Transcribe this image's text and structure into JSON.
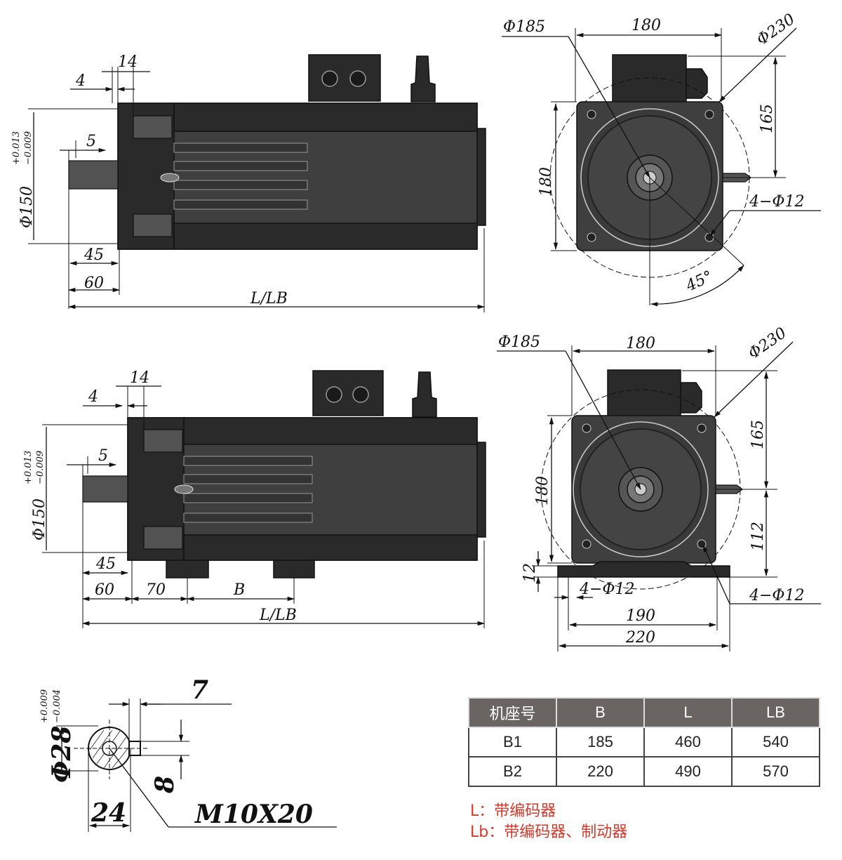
{
  "view1": {
    "dims": {
      "d14": "14",
      "d4": "4",
      "d5": "5",
      "dia150": "Φ150",
      "tol150_upper": "+0.013",
      "tol150_lower": "−0.009",
      "d45": "45",
      "d60": "60",
      "l_lb": "L/LB"
    }
  },
  "end1": {
    "dims": {
      "dia185": "Φ185",
      "w180": "180",
      "dia230": "Φ230",
      "h165": "165",
      "h180": "180",
      "holes": "4−Φ12",
      "angle": "45°"
    }
  },
  "view2": {
    "dims": {
      "d14": "14",
      "d4": "4",
      "d5": "5",
      "dia150": "Φ150",
      "tol150_upper": "+0.013",
      "tol150_lower": "−0.009",
      "d45": "45",
      "d60": "60",
      "d70": "70",
      "dB": "B",
      "l_lb": "L/LB"
    }
  },
  "end2": {
    "dims": {
      "dia185": "Φ185",
      "w180": "180",
      "dia230": "Φ230",
      "h165": "165",
      "h180": "180",
      "h112": "112",
      "h12": "12",
      "holes_base": "4−Φ12",
      "holes_flange": "4−Φ12",
      "w190": "190",
      "w220": "220"
    }
  },
  "shaft": {
    "dims": {
      "dia28": "Φ28",
      "tol_upper": "+0.009",
      "tol_lower": "−0.004",
      "key7": "7",
      "key8": "8",
      "w24": "24",
      "thread": "M10X20"
    }
  },
  "table": {
    "headers": [
      "机座号",
      "B",
      "L",
      "LB"
    ],
    "rows": [
      [
        "B1",
        "185",
        "460",
        "540"
      ],
      [
        "B2",
        "220",
        "490",
        "570"
      ]
    ]
  },
  "notes": {
    "line1": "L：带编码器",
    "line2": "Lb：带编码器、制动器"
  }
}
